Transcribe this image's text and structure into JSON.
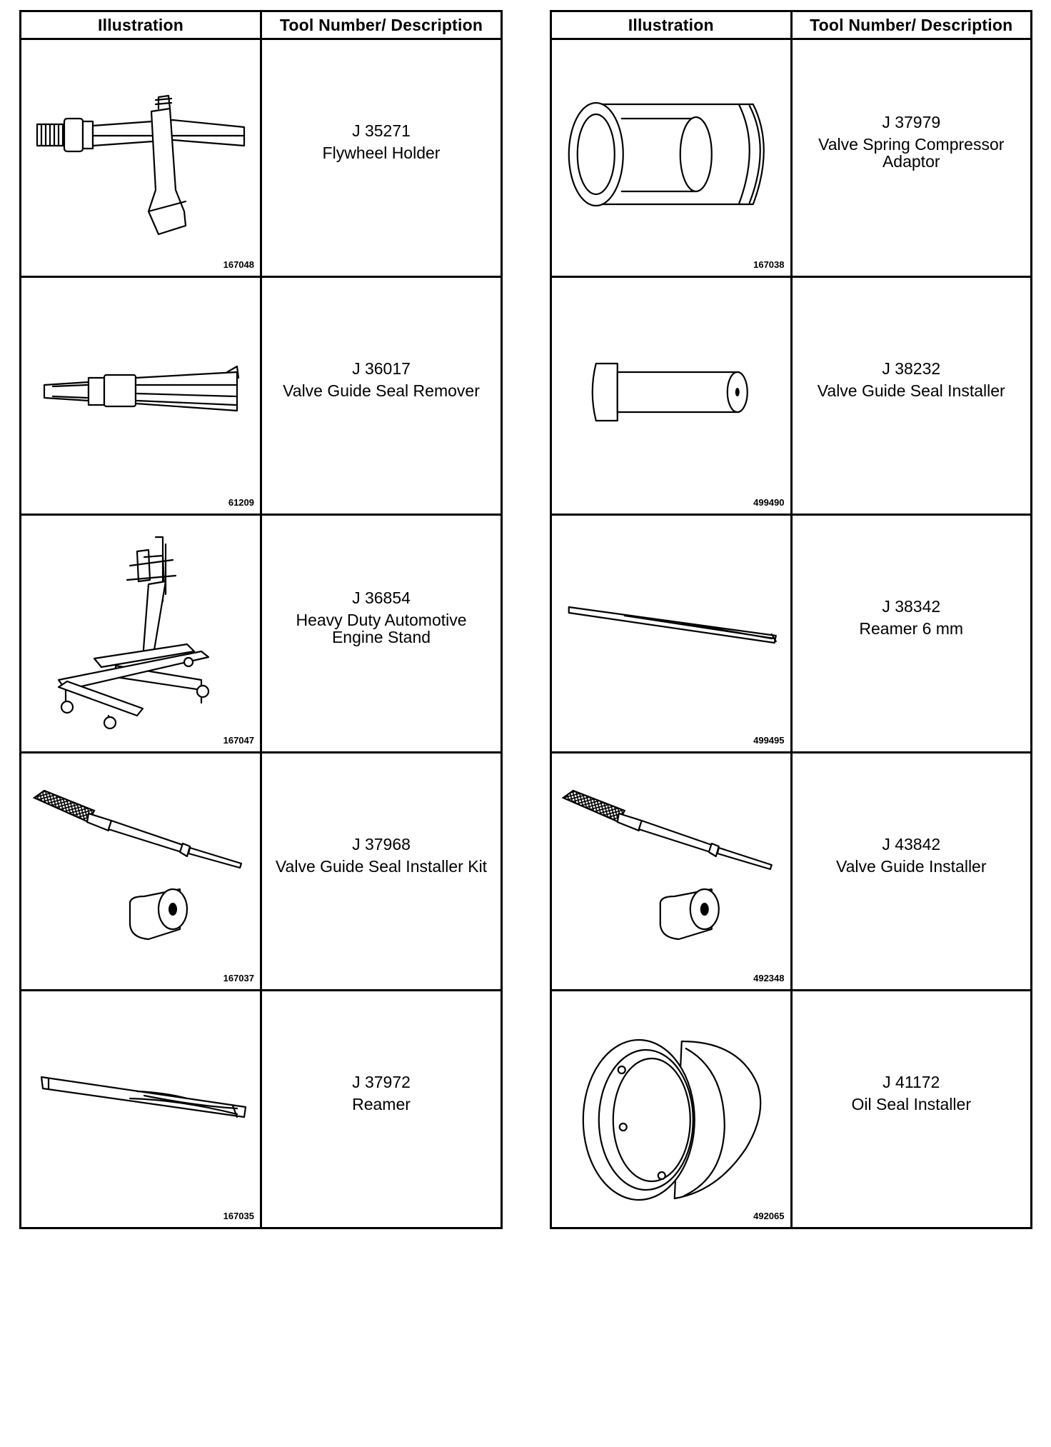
{
  "headers": {
    "illustration": "Illustration",
    "tool": "Tool Number/ Description"
  },
  "left": [
    {
      "fig": "167048",
      "number": "J 35271",
      "desc": "Flywheel Holder",
      "icon": "flywheel-holder-icon"
    },
    {
      "fig": "61209",
      "number": "J 36017",
      "desc": "Valve Guide Seal Remover",
      "icon": "valve-guide-seal-remover-icon"
    },
    {
      "fig": "167047",
      "number": "J 36854",
      "desc": "Heavy Duty Automotive Engine Stand",
      "icon": "engine-stand-icon"
    },
    {
      "fig": "167037",
      "number": "J 37968",
      "desc": "Valve Guide Seal Installer Kit",
      "icon": "valve-guide-seal-installer-kit-icon"
    },
    {
      "fig": "167035",
      "number": "J 37972",
      "desc": "Reamer",
      "icon": "reamer-icon"
    }
  ],
  "right": [
    {
      "fig": "167038",
      "number": "J 37979",
      "desc": "Valve Spring Compressor Adaptor",
      "icon": "valve-spring-compressor-adaptor-icon"
    },
    {
      "fig": "499490",
      "number": "J 38232",
      "desc": "Valve Guide Seal Installer",
      "icon": "valve-guide-seal-installer-icon"
    },
    {
      "fig": "499495",
      "number": "J 38342",
      "desc": "Reamer 6 mm",
      "icon": "reamer-6mm-icon"
    },
    {
      "fig": "492348",
      "number": "J 43842",
      "desc": "Valve Guide Installer",
      "icon": "valve-guide-installer-icon"
    },
    {
      "fig": "492065",
      "number": "J 41172",
      "desc": "Oil Seal Installer",
      "icon": "oil-seal-installer-icon"
    }
  ]
}
